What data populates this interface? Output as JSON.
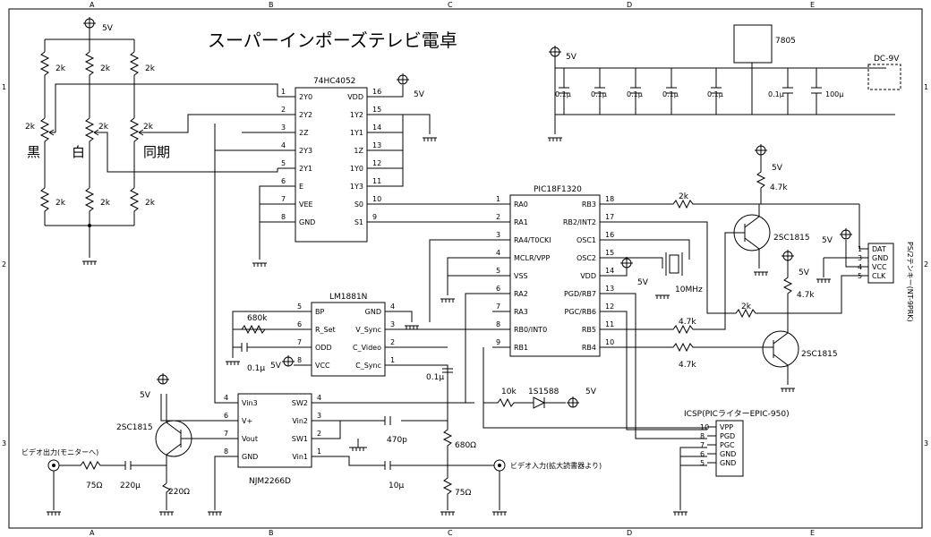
{
  "title": "スーパーインポーズテレビ電卓",
  "border": {
    "cols": [
      "A",
      "B",
      "C",
      "D",
      "E"
    ],
    "rows": [
      "1",
      "2",
      "3"
    ]
  },
  "power": {
    "v5": "5V",
    "regulator": "7805",
    "dc_in": "DC-9V"
  },
  "caps": {
    "c01": "0.1μ",
    "c100": "100μ",
    "c470p": "470p",
    "c220": "220μ",
    "c10": "10μ"
  },
  "pot_section": {
    "r2k": "2k",
    "pot_black": "黒",
    "pot_white": "白",
    "pot_sync": "同期"
  },
  "chips": {
    "mux": {
      "name": "74HC4052",
      "left": [
        [
          "1",
          "2Y0"
        ],
        [
          "2",
          "2Y2"
        ],
        [
          "3",
          "2Z"
        ],
        [
          "4",
          "2Y3"
        ],
        [
          "5",
          "2Y1"
        ],
        [
          "6",
          "E"
        ],
        [
          "7",
          "VEE"
        ],
        [
          "8",
          "GND"
        ]
      ],
      "right": [
        [
          "16",
          "VDD"
        ],
        [
          "15",
          "1Y2"
        ],
        [
          "14",
          "1Y1"
        ],
        [
          "13",
          "1Z"
        ],
        [
          "12",
          "1Y0"
        ],
        [
          "11",
          "1Y3"
        ],
        [
          "10",
          "S0"
        ],
        [
          "9",
          "S1"
        ]
      ]
    },
    "pic": {
      "name": "PIC18F1320",
      "left": [
        [
          "1",
          "RA0"
        ],
        [
          "2",
          "RA1"
        ],
        [
          "3",
          "RA4/T0CKI"
        ],
        [
          "4",
          "MCLR/VPP"
        ],
        [
          "5",
          "VSS"
        ],
        [
          "6",
          "RA2"
        ],
        [
          "7",
          "RA3"
        ],
        [
          "8",
          "RB0/INT0"
        ],
        [
          "9",
          "RB1"
        ]
      ],
      "right": [
        [
          "18",
          "RB3"
        ],
        [
          "17",
          "RB2/INT2"
        ],
        [
          "16",
          "OSC1"
        ],
        [
          "15",
          "OSC2"
        ],
        [
          "14",
          "VDD"
        ],
        [
          "13",
          "PGD/RB7"
        ],
        [
          "12",
          "PGC/RB6"
        ],
        [
          "11",
          "RB5"
        ],
        [
          "10",
          "RB4"
        ]
      ]
    },
    "lm": {
      "name": "LM1881N",
      "left": [
        [
          "5",
          "BP"
        ],
        [
          "6",
          "R_Set"
        ],
        [
          "7",
          "ODD"
        ],
        [
          "8",
          "VCC"
        ]
      ],
      "right": [
        [
          "4",
          "GND"
        ],
        [
          "3",
          "V_Sync"
        ],
        [
          "2",
          "C_Video"
        ],
        [
          "1",
          "C_Sync"
        ]
      ]
    },
    "njm": {
      "name": "NJM2266D",
      "left": [
        [
          "4",
          "Vin3"
        ],
        [
          "6",
          "V+"
        ],
        [
          "7",
          "Vout"
        ],
        [
          "8",
          "GND"
        ]
      ],
      "right": [
        [
          "4",
          "SW2"
        ],
        [
          "3",
          "Vin2"
        ],
        [
          "2",
          "SW1"
        ],
        [
          "1",
          "Vin1"
        ]
      ]
    }
  },
  "parts": {
    "r680k": "680k",
    "r2k": "2k",
    "r4_7k": "4.7k",
    "r10k": "10k",
    "diode": "1S1588",
    "xtal": "10MHz",
    "tr": "2SC1815",
    "r75": "75Ω",
    "r220": "220Ω",
    "r680": "680Ω"
  },
  "ps2": {
    "label": "PS/2テンキー(NT-9PRK)",
    "pins": [
      [
        "1",
        "DAT"
      ],
      [
        "3",
        "GND"
      ],
      [
        "4",
        "VCC"
      ],
      [
        "5",
        "CLK"
      ]
    ]
  },
  "icsp": {
    "label": "ICSP(PICライターEPIC-950)",
    "pins": [
      [
        "10",
        "VPP"
      ],
      [
        "8",
        "PGD"
      ],
      [
        "7",
        "PGC"
      ],
      [
        "6",
        "GND"
      ],
      [
        "5",
        "GND"
      ]
    ]
  },
  "io": {
    "video_out": "ビデオ出力(モニターへ)",
    "video_in": "ビデオ入力(拡大読書器より)"
  },
  "colors": {
    "line": "#000000",
    "bg": "#ffffff"
  }
}
